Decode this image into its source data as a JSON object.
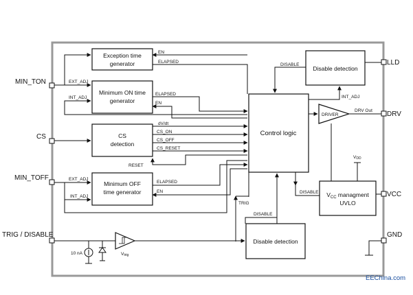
{
  "pins": {
    "min_ton": "MIN_TON",
    "cs": "CS",
    "min_toff": "MIN_TOFF",
    "trig_disable": "TRIG / DISABLE",
    "lld": "LLD",
    "drv": "DRV",
    "vcc": "VCC",
    "gnd": "GND"
  },
  "blocks": {
    "exception": [
      "Exception time",
      "generator"
    ],
    "min_on": [
      "Minimum ON time",
      "generator"
    ],
    "cs_det": [
      "CS",
      "detection"
    ],
    "min_off": [
      "Minimum OFF",
      "time generator"
    ],
    "control": "Control logic",
    "disable_top": "Disable detection",
    "disable_bottom": "Disable detection",
    "driver": "DRIVER",
    "vcc_main": "V",
    "vcc_sub": "CC",
    "vcc_rest": " managment",
    "uvlo": "UVLO"
  },
  "signals": {
    "en": "EN",
    "elapsed": "ELAPSED",
    "ext_adj": "EXT_ADJ",
    "int_adj": "INT_ADJ",
    "dvdt": "dV/dt",
    "cs_on": "CS_ON",
    "cs_off": "CS_OFF",
    "cs_reset": "CS_RESET",
    "reset": "RESET",
    "trig": "TRIG",
    "disable": "DISABLE",
    "drv_out": "DRV Out",
    "vdd": "V",
    "vdd_sub": "DD",
    "current": "10 nA",
    "vtrig": "V",
    "vtrig_sub": "trig"
  },
  "watermark": "EEChina.com"
}
